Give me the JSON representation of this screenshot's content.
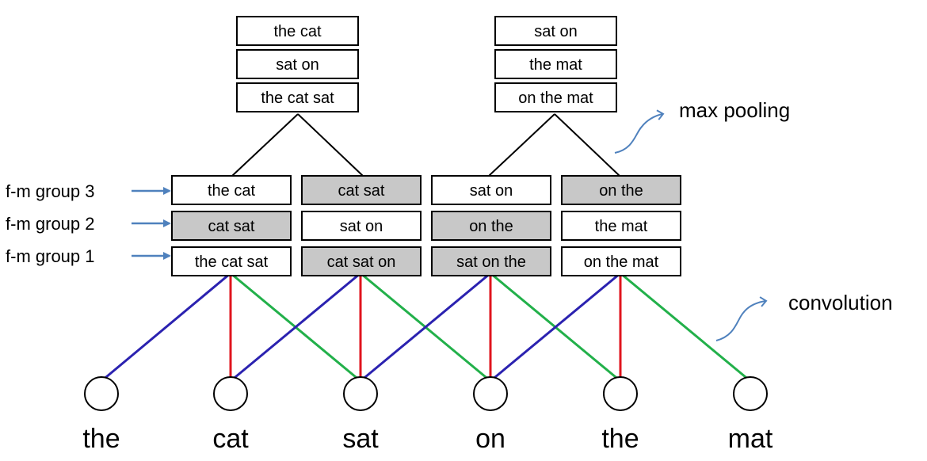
{
  "colors": {
    "box_white": "#ffffff",
    "box_gray": "#c8c8c8",
    "line_blue": "#2b22b0",
    "line_red": "#e0141e",
    "line_green": "#22b04a",
    "arrow_blue": "#4f81bd",
    "stroke_black": "#000000"
  },
  "words": [
    "the",
    "cat",
    "sat",
    "on",
    "the",
    "mat"
  ],
  "group_labels": [
    "f-m group 3",
    "f-m group 2",
    "f-m group 1"
  ],
  "feature_map_columns": [
    {
      "cells": [
        {
          "text": "the cat",
          "shaded": false
        },
        {
          "text": "cat sat",
          "shaded": true
        },
        {
          "text": "the cat sat",
          "shaded": false
        }
      ]
    },
    {
      "cells": [
        {
          "text": "cat sat",
          "shaded": true
        },
        {
          "text": "sat on",
          "shaded": false
        },
        {
          "text": "cat sat on",
          "shaded": true
        }
      ]
    },
    {
      "cells": [
        {
          "text": "sat on",
          "shaded": false
        },
        {
          "text": "on the",
          "shaded": true
        },
        {
          "text": "sat on the",
          "shaded": true
        }
      ]
    },
    {
      "cells": [
        {
          "text": "on the",
          "shaded": true
        },
        {
          "text": "the mat",
          "shaded": false
        },
        {
          "text": "on the mat",
          "shaded": false
        }
      ]
    }
  ],
  "pooled_columns": [
    {
      "cells": [
        "the cat",
        "sat on",
        "the cat sat"
      ]
    },
    {
      "cells": [
        "sat on",
        "the mat",
        "on the mat"
      ]
    }
  ],
  "annotations": {
    "max_pooling": "max pooling",
    "convolution": "convolution"
  }
}
